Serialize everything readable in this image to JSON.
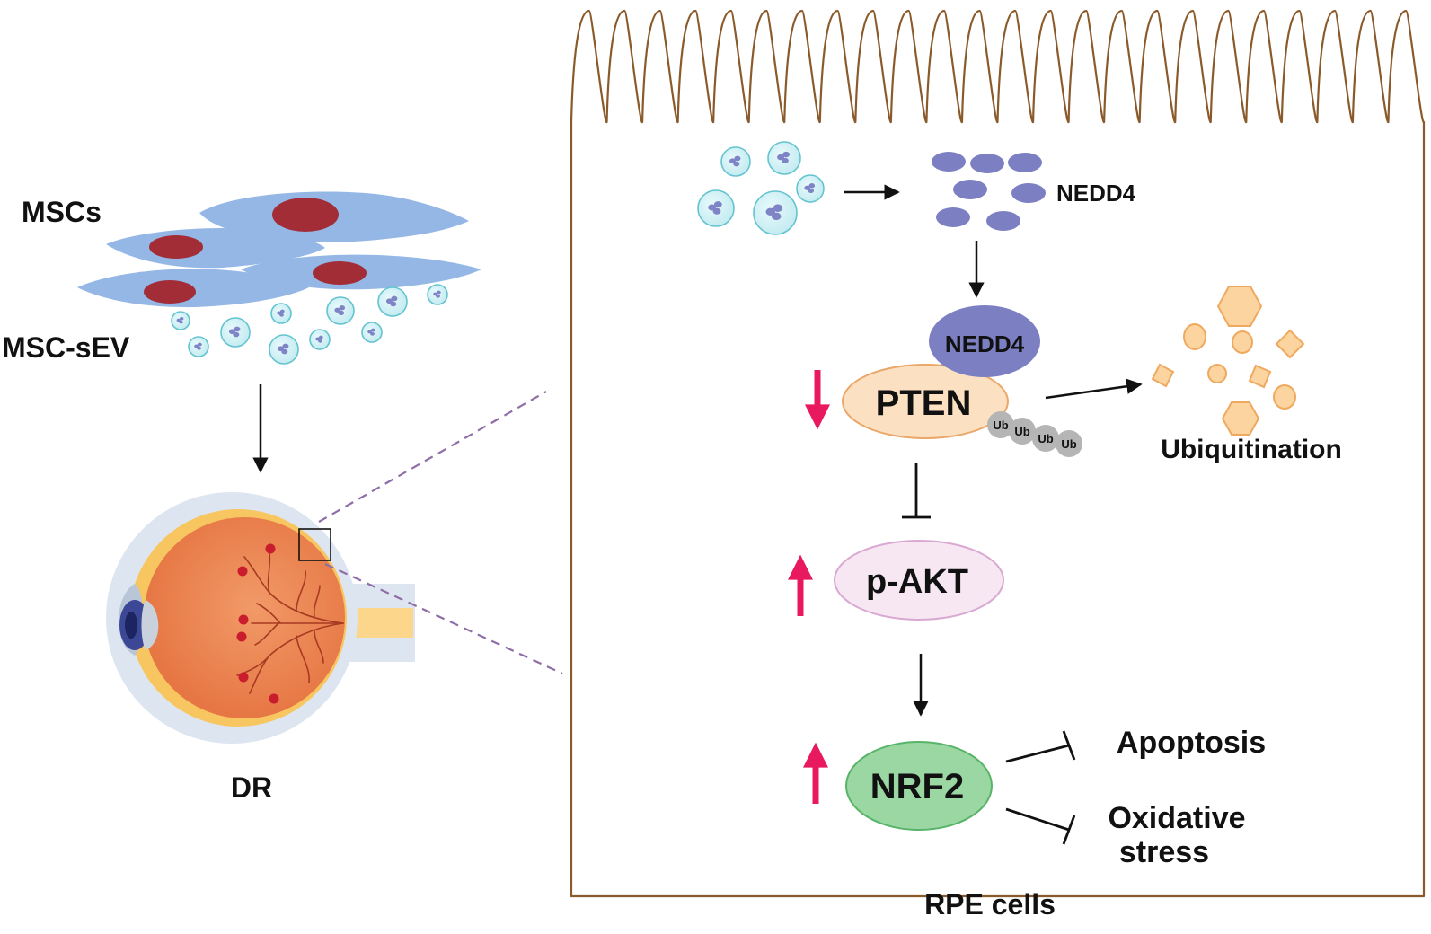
{
  "labels": {
    "mscs": "MSCs",
    "msc_sev": "MSC-sEV",
    "dr": "DR",
    "nedd4_free": "NEDD4",
    "nedd4_bound": "NEDD4",
    "pten": "PTEN",
    "ub": "Ub",
    "ubiquitination": "Ubiquitination",
    "pakt": "p-AKT",
    "nrf2": "NRF2",
    "apoptosis": "Apoptosis",
    "oxidative_line1": "Oxidative",
    "oxidative_line2": "stress",
    "rpe_cells": "RPE cells"
  },
  "regulation": {
    "pten": "down",
    "pakt": "up",
    "nrf2": "up"
  },
  "colors": {
    "cell_body": "#94b7e6",
    "cell_nucleus": "#a22d36",
    "vesicle_fill": "#cdeff3",
    "vesicle_stroke": "#63c4cf",
    "cargo": "#7f84c7",
    "nedd4": "#7c80c3",
    "pten_fill": "#fce0c2",
    "pten_stroke": "#e9a869",
    "pakt_fill": "#f7e7f2",
    "pakt_stroke": "#d9a9d2",
    "nrf2_fill": "#9ad7a3",
    "nrf2_stroke": "#58b468",
    "ub_bead": "#b5b5b5",
    "fragment_fill": "#fbd49f",
    "fragment_stroke": "#efa95f",
    "membrane": "#8b5a2b",
    "regulation_arrow": "#e8195f",
    "zoom_lines": "#8f6ea8",
    "eyeball": "#ef8a58",
    "sclera": "#dde6f0",
    "optic_nerve": "#fcd68a",
    "vessels": "#a83a22"
  }
}
